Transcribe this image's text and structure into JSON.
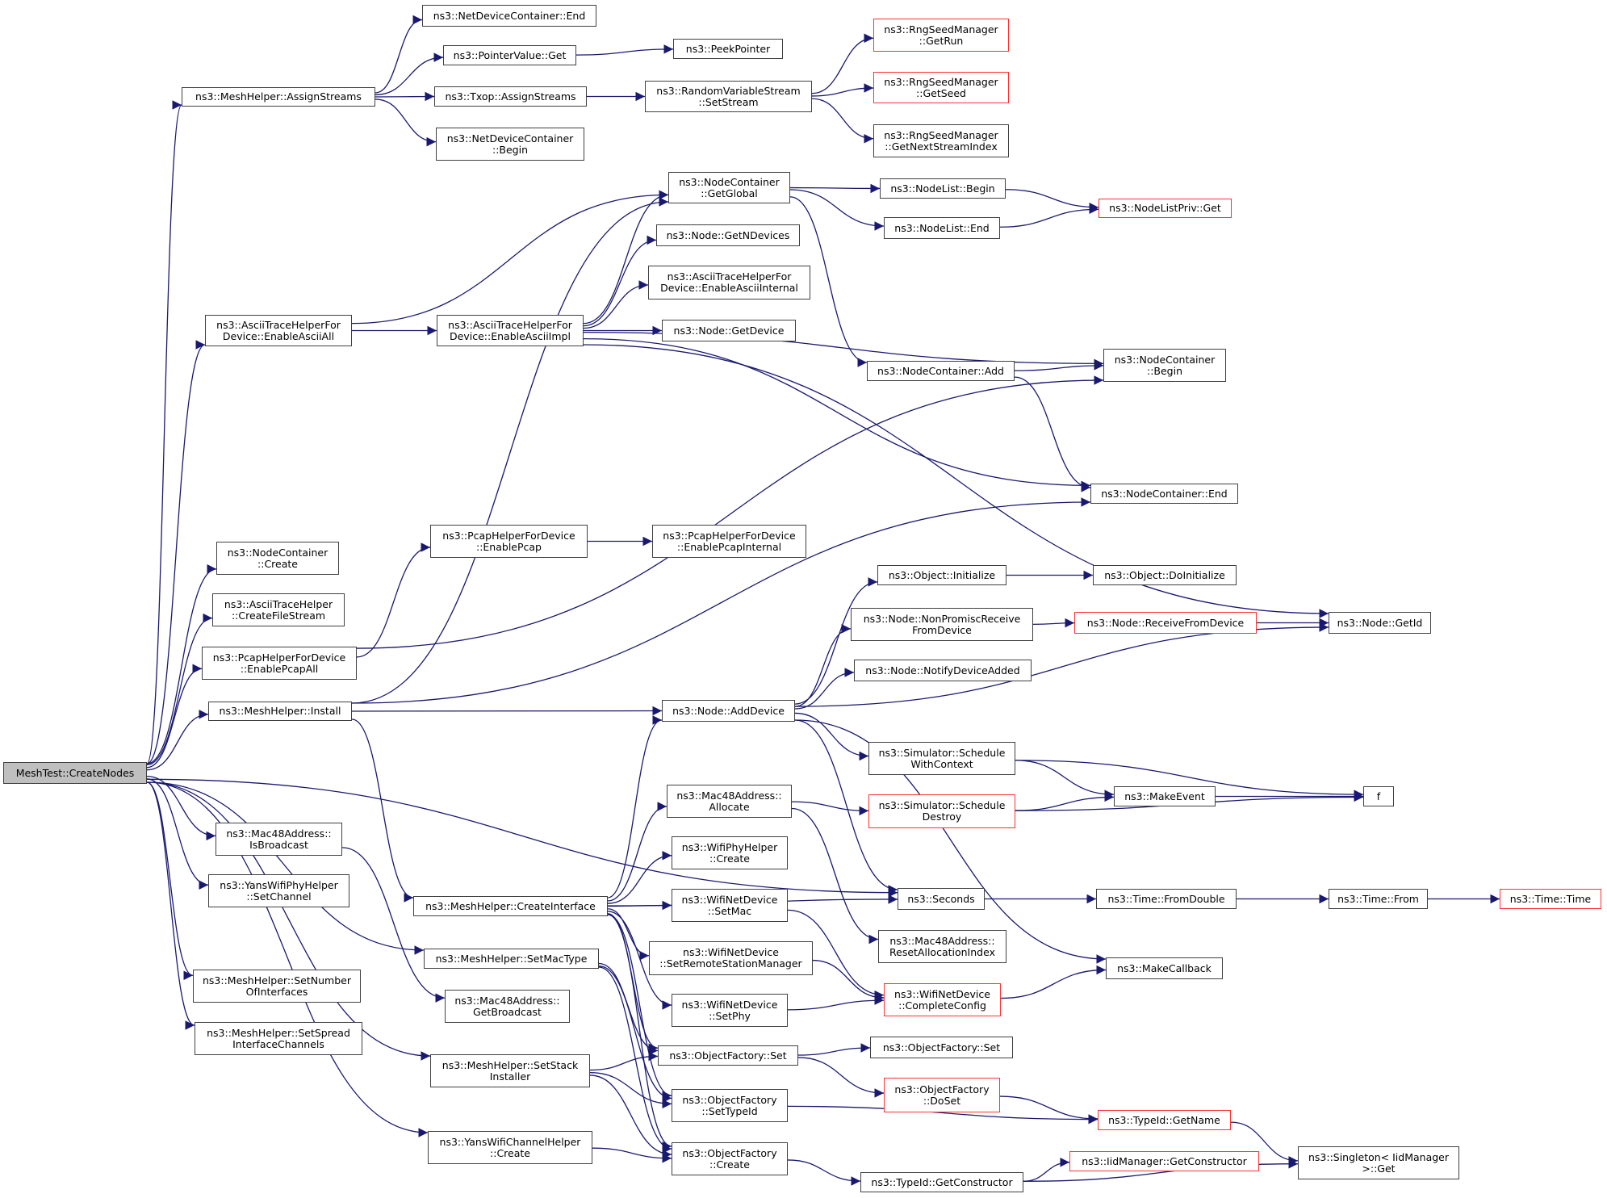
{
  "graph": {
    "kind": "call-graph",
    "colors": {
      "edge": "#191970",
      "node_border": "#404040",
      "external_border": "#ff0000",
      "root_fill": "#bfbfbf"
    },
    "nodes": [
      {
        "id": "n0",
        "label": "MeshTest::CreateNodes",
        "style": "root"
      },
      {
        "id": "n1",
        "label": "ns3::MeshHelper::AssignStreams",
        "style": "normal"
      },
      {
        "id": "n2",
        "label": "ns3::NetDeviceContainer::End",
        "style": "normal"
      },
      {
        "id": "n3",
        "label": "ns3::PointerValue::Get",
        "style": "normal"
      },
      {
        "id": "n4",
        "label": "ns3::Txop::AssignStreams",
        "style": "normal"
      },
      {
        "id": "n5",
        "label": "ns3::NetDeviceContainer\n::Begin",
        "style": "normal"
      },
      {
        "id": "n6",
        "label": "ns3::PeekPointer",
        "style": "normal"
      },
      {
        "id": "n7",
        "label": "ns3::RandomVariableStream\n::SetStream",
        "style": "normal"
      },
      {
        "id": "n8",
        "label": "ns3::RngSeedManager\n::GetRun",
        "style": "red"
      },
      {
        "id": "n9",
        "label": "ns3::RngSeedManager\n::GetSeed",
        "style": "red"
      },
      {
        "id": "n10",
        "label": "ns3::RngSeedManager\n::GetNextStreamIndex",
        "style": "normal"
      },
      {
        "id": "n11",
        "label": "ns3::NodeContainer\n::GetGlobal",
        "style": "normal"
      },
      {
        "id": "n12",
        "label": "ns3::NodeList::Begin",
        "style": "normal"
      },
      {
        "id": "n13",
        "label": "ns3::NodeList::End",
        "style": "normal"
      },
      {
        "id": "n14",
        "label": "ns3::NodeListPriv::Get",
        "style": "red"
      },
      {
        "id": "n15",
        "label": "ns3::Node::GetNDevices",
        "style": "normal"
      },
      {
        "id": "n16",
        "label": "ns3::AsciiTraceHelperFor\nDevice::EnableAsciiInternal",
        "style": "normal"
      },
      {
        "id": "n17",
        "label": "ns3::Node::GetDevice",
        "style": "normal"
      },
      {
        "id": "n18",
        "label": "ns3::AsciiTraceHelperFor\nDevice::EnableAsciiAll",
        "style": "normal"
      },
      {
        "id": "n19",
        "label": "ns3::AsciiTraceHelperFor\nDevice::EnableAsciiImpl",
        "style": "normal"
      },
      {
        "id": "n20",
        "label": "ns3::NodeContainer::Add",
        "style": "normal"
      },
      {
        "id": "n21",
        "label": "ns3::NodeContainer\n::Begin",
        "style": "normal"
      },
      {
        "id": "n22",
        "label": "ns3::NodeContainer::End",
        "style": "normal"
      },
      {
        "id": "n23",
        "label": "ns3::NodeContainer\n::Create",
        "style": "normal"
      },
      {
        "id": "n24",
        "label": "ns3::AsciiTraceHelper\n::CreateFileStream",
        "style": "normal"
      },
      {
        "id": "n25",
        "label": "ns3::PcapHelperForDevice\n::EnablePcapAll",
        "style": "normal"
      },
      {
        "id": "n26",
        "label": "ns3::MeshHelper::Install",
        "style": "normal"
      },
      {
        "id": "n27",
        "label": "ns3::PcapHelperForDevice\n::EnablePcap",
        "style": "normal"
      },
      {
        "id": "n28",
        "label": "ns3::PcapHelperForDevice\n::EnablePcapInternal",
        "style": "normal"
      },
      {
        "id": "n29",
        "label": "ns3::Object::Initialize",
        "style": "normal"
      },
      {
        "id": "n30",
        "label": "ns3::Object::DoInitialize",
        "style": "normal"
      },
      {
        "id": "n31",
        "label": "ns3::Node::NonPromiscReceive\nFromDevice",
        "style": "normal"
      },
      {
        "id": "n32",
        "label": "ns3::Node::ReceiveFromDevice",
        "style": "red"
      },
      {
        "id": "n33",
        "label": "ns3::Node::GetId",
        "style": "normal"
      },
      {
        "id": "n34",
        "label": "ns3::Node::NotifyDeviceAdded",
        "style": "normal"
      },
      {
        "id": "n35",
        "label": "ns3::Node::AddDevice",
        "style": "normal"
      },
      {
        "id": "n36",
        "label": "ns3::Simulator::Schedule\nWithContext",
        "style": "normal"
      },
      {
        "id": "n37",
        "label": "ns3::Simulator::Schedule\nDestroy",
        "style": "red"
      },
      {
        "id": "n38",
        "label": "ns3::MakeEvent",
        "style": "normal"
      },
      {
        "id": "n39",
        "label": "f",
        "style": "normal"
      },
      {
        "id": "n40",
        "label": "ns3::Mac48Address::\nAllocate",
        "style": "normal"
      },
      {
        "id": "n41",
        "label": "ns3::WifiPhyHelper\n::Create",
        "style": "normal"
      },
      {
        "id": "n42",
        "label": "ns3::WifiNetDevice\n::SetMac",
        "style": "normal"
      },
      {
        "id": "n43",
        "label": "ns3::WifiNetDevice\n::SetRemoteStationManager",
        "style": "normal"
      },
      {
        "id": "n44",
        "label": "ns3::WifiNetDevice\n::SetPhy",
        "style": "normal"
      },
      {
        "id": "n45",
        "label": "ns3::ObjectFactory::Set",
        "style": "normal"
      },
      {
        "id": "n46",
        "label": "ns3::ObjectFactory::Set",
        "style": "normal"
      },
      {
        "id": "n47",
        "label": "ns3::ObjectFactory\n::SetTypeId",
        "style": "normal"
      },
      {
        "id": "n48",
        "label": "ns3::ObjectFactory\n::Create",
        "style": "normal"
      },
      {
        "id": "n49",
        "label": "ns3::ObjectFactory\n::DoSet",
        "style": "red"
      },
      {
        "id": "n50",
        "label": "ns3::TypeId::GetName",
        "style": "red"
      },
      {
        "id": "n51",
        "label": "ns3::Singleton< IidManager\n>::Get",
        "style": "normal"
      },
      {
        "id": "n52",
        "label": "ns3::IidManager::GetConstructor",
        "style": "red"
      },
      {
        "id": "n53",
        "label": "ns3::TypeId::GetConstructor",
        "style": "normal"
      },
      {
        "id": "n54",
        "label": "ns3::Seconds",
        "style": "normal"
      },
      {
        "id": "n55",
        "label": "ns3::Mac48Address::\nResetAllocationIndex",
        "style": "normal"
      },
      {
        "id": "n56",
        "label": "ns3::WifiNetDevice\n::CompleteConfig",
        "style": "red"
      },
      {
        "id": "n57",
        "label": "ns3::MakeCallback",
        "style": "normal"
      },
      {
        "id": "n58",
        "label": "ns3::Time::FromDouble",
        "style": "normal"
      },
      {
        "id": "n59",
        "label": "ns3::Time::From",
        "style": "normal"
      },
      {
        "id": "n60",
        "label": "ns3::Time::Time",
        "style": "red"
      },
      {
        "id": "n61",
        "label": "ns3::MeshHelper::CreateInterface",
        "style": "normal"
      },
      {
        "id": "n62",
        "label": "ns3::MeshHelper::SetMacType",
        "style": "normal"
      },
      {
        "id": "n63",
        "label": "ns3::Mac48Address::\nGetBroadcast",
        "style": "normal"
      },
      {
        "id": "n64",
        "label": "ns3::MeshHelper::SetStack\nInstaller",
        "style": "normal"
      },
      {
        "id": "n65",
        "label": "ns3::YansWifiChannelHelper\n::Create",
        "style": "normal"
      },
      {
        "id": "n66",
        "label": "ns3::Mac48Address::\nIsBroadcast",
        "style": "normal"
      },
      {
        "id": "n67",
        "label": "ns3::YansWifiPhyHelper\n::SetChannel",
        "style": "normal"
      },
      {
        "id": "n68",
        "label": "ns3::MeshHelper::SetNumber\nOfInterfaces",
        "style": "normal"
      },
      {
        "id": "n69",
        "label": "ns3::MeshHelper::SetSpread\nInterfaceChannels",
        "style": "normal"
      }
    ],
    "edges": [
      [
        "n0",
        "n1"
      ],
      [
        "n0",
        "n18"
      ],
      [
        "n0",
        "n23"
      ],
      [
        "n0",
        "n24"
      ],
      [
        "n0",
        "n25"
      ],
      [
        "n0",
        "n26"
      ],
      [
        "n0",
        "n54"
      ],
      [
        "n0",
        "n66"
      ],
      [
        "n0",
        "n67"
      ],
      [
        "n0",
        "n62"
      ],
      [
        "n0",
        "n68"
      ],
      [
        "n0",
        "n69"
      ],
      [
        "n0",
        "n64"
      ],
      [
        "n0",
        "n65"
      ],
      [
        "n1",
        "n2"
      ],
      [
        "n1",
        "n3"
      ],
      [
        "n1",
        "n4"
      ],
      [
        "n1",
        "n5"
      ],
      [
        "n3",
        "n6"
      ],
      [
        "n4",
        "n7"
      ],
      [
        "n7",
        "n8"
      ],
      [
        "n7",
        "n9"
      ],
      [
        "n7",
        "n10"
      ],
      [
        "n18",
        "n11"
      ],
      [
        "n18",
        "n19"
      ],
      [
        "n19",
        "n11"
      ],
      [
        "n19",
        "n15"
      ],
      [
        "n19",
        "n16"
      ],
      [
        "n19",
        "n17"
      ],
      [
        "n19",
        "n21"
      ],
      [
        "n19",
        "n22"
      ],
      [
        "n19",
        "n33"
      ],
      [
        "n11",
        "n12"
      ],
      [
        "n11",
        "n13"
      ],
      [
        "n11",
        "n20"
      ],
      [
        "n12",
        "n14"
      ],
      [
        "n13",
        "n14"
      ],
      [
        "n20",
        "n21"
      ],
      [
        "n20",
        "n22"
      ],
      [
        "n25",
        "n21"
      ],
      [
        "n25",
        "n27"
      ],
      [
        "n27",
        "n28"
      ],
      [
        "n26",
        "n11"
      ],
      [
        "n26",
        "n22"
      ],
      [
        "n26",
        "n35"
      ],
      [
        "n26",
        "n61"
      ],
      [
        "n35",
        "n29"
      ],
      [
        "n35",
        "n31"
      ],
      [
        "n35",
        "n34"
      ],
      [
        "n35",
        "n33"
      ],
      [
        "n35",
        "n36"
      ],
      [
        "n35",
        "n54"
      ],
      [
        "n35",
        "n57"
      ],
      [
        "n29",
        "n30"
      ],
      [
        "n31",
        "n32"
      ],
      [
        "n32",
        "n33"
      ],
      [
        "n36",
        "n38"
      ],
      [
        "n36",
        "n39"
      ],
      [
        "n37",
        "n38"
      ],
      [
        "n37",
        "n39"
      ],
      [
        "n38",
        "n39"
      ],
      [
        "n40",
        "n37"
      ],
      [
        "n40",
        "n55"
      ],
      [
        "n61",
        "n35"
      ],
      [
        "n61",
        "n40"
      ],
      [
        "n61",
        "n41"
      ],
      [
        "n61",
        "n42"
      ],
      [
        "n61",
        "n43"
      ],
      [
        "n61",
        "n44"
      ],
      [
        "n61",
        "n45"
      ],
      [
        "n61",
        "n47"
      ],
      [
        "n61",
        "n48"
      ],
      [
        "n61",
        "n54"
      ],
      [
        "n42",
        "n56"
      ],
      [
        "n43",
        "n56"
      ],
      [
        "n44",
        "n56"
      ],
      [
        "n56",
        "n57"
      ],
      [
        "n54",
        "n58"
      ],
      [
        "n58",
        "n59"
      ],
      [
        "n59",
        "n60"
      ],
      [
        "n62",
        "n45"
      ],
      [
        "n62",
        "n47"
      ],
      [
        "n62",
        "n48"
      ],
      [
        "n66",
        "n63"
      ],
      [
        "n64",
        "n45"
      ],
      [
        "n64",
        "n47"
      ],
      [
        "n64",
        "n48"
      ],
      [
        "n65",
        "n48"
      ],
      [
        "n45",
        "n46"
      ],
      [
        "n45",
        "n49"
      ],
      [
        "n49",
        "n50"
      ],
      [
        "n47",
        "n50"
      ],
      [
        "n50",
        "n51"
      ],
      [
        "n48",
        "n53"
      ],
      [
        "n53",
        "n52"
      ],
      [
        "n53",
        "n51"
      ]
    ]
  }
}
